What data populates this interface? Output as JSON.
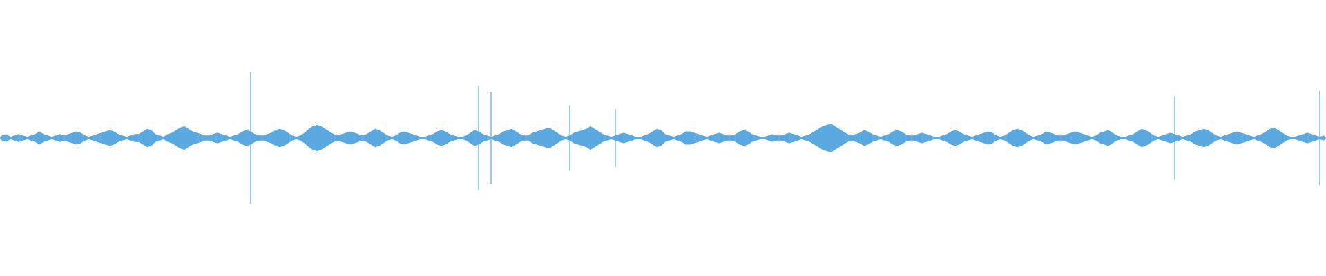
{
  "waveform": {
    "color": "#5aa9e0",
    "background": "#ffffff",
    "bars": [
      0.02,
      0.03,
      0.01,
      0.02,
      0.03,
      0.02,
      0.01,
      0.02,
      0.03,
      0.05,
      0.03,
      0.02,
      0.01,
      0.02,
      0.03,
      0.02,
      0.03,
      0.04,
      0.05,
      0.04,
      0.02,
      0.01,
      0.02,
      0.03,
      0.04,
      0.05,
      0.06,
      0.05,
      0.03,
      0.02,
      0.01,
      0.02,
      0.03,
      0.03,
      0.05,
      0.07,
      0.06,
      0.03,
      0.02,
      0.01,
      0.03,
      0.04,
      0.06,
      0.08,
      0.09,
      0.07,
      0.05,
      0.04,
      0.03,
      0.02,
      0.02,
      0.03,
      0.04,
      0.03,
      0.02,
      0.01,
      0.02,
      0.03,
      0.05,
      0.06,
      0.05,
      0.03,
      0.02,
      0.02,
      0.03,
      0.04,
      0.06,
      0.07,
      0.06,
      0.04,
      0.02,
      0.01,
      0.02,
      0.04,
      0.07,
      0.09,
      0.1,
      0.09,
      0.07,
      0.05,
      0.03,
      0.02,
      0.03,
      0.04,
      0.05,
      0.04,
      0.03,
      0.02,
      0.03,
      0.05,
      0.07,
      0.06,
      0.04,
      0.02,
      0.01,
      0.02,
      0.04,
      0.05,
      0.04,
      0.03,
      0.02,
      0.01,
      0.01,
      0.02,
      0.03,
      0.05,
      0.06,
      0.05,
      0.03,
      0.02,
      0.01,
      0.01,
      0.02,
      0.04,
      0.06,
      0.05,
      0.03,
      0.02,
      0.01,
      0.02,
      0.03,
      0.05,
      0.06,
      0.07,
      0.05,
      0.03,
      0.02,
      0.02,
      0.04,
      0.05,
      0.06,
      0.07,
      0.08,
      0.06,
      0.04,
      0.02,
      0.01,
      0.02,
      0.04,
      0.05,
      0.06,
      0.07,
      0.09,
      0.07,
      0.05,
      0.03,
      0.02,
      0.01,
      0.02,
      0.03,
      0.04,
      0.03,
      0.02,
      0.01,
      0.01,
      0.02,
      0.03,
      0.05,
      0.07,
      0.06,
      0.03,
      0.02,
      0.01,
      0.02,
      0.03,
      0.05,
      0.05,
      0.04,
      0.03,
      0.02,
      0.01,
      0.02,
      0.03,
      0.04,
      0.03,
      0.02,
      0.02,
      0.03,
      0.05,
      0.06,
      0.05,
      0.03,
      0.02,
      0.01,
      0.01,
      0.02,
      0.03,
      0.02,
      0.02,
      0.03,
      0.04,
      0.03,
      0.02,
      0.01,
      0.02,
      0.03,
      0.05,
      0.07,
      0.09,
      0.1,
      0.11,
      0.09,
      0.07,
      0.05,
      0.03,
      0.02,
      0.03,
      0.04,
      0.06,
      0.05,
      0.03,
      0.02,
      0.01,
      0.02,
      0.03,
      0.05,
      0.06,
      0.05,
      0.03,
      0.02,
      0.02,
      0.03,
      0.04,
      0.03,
      0.02,
      0.01,
      0.01,
      0.02,
      0.03,
      0.05,
      0.06,
      0.05,
      0.03,
      0.02,
      0.01,
      0.02,
      0.03,
      0.04,
      0.05,
      0.04,
      0.02,
      0.01,
      0.02,
      0.04,
      0.06,
      0.07,
      0.06,
      0.04,
      0.02,
      0.01,
      0.02,
      0.03,
      0.05,
      0.04,
      0.03,
      0.02,
      0.02,
      0.03,
      0.04,
      0.05,
      0.04,
      0.03,
      0.02,
      0.01,
      0.02,
      0.04,
      0.05,
      0.06,
      0.04,
      0.02,
      0.01,
      0.01,
      0.02,
      0.03,
      0.05,
      0.07,
      0.06,
      0.04,
      0.02,
      0.01,
      0.02,
      0.03,
      0.04,
      0.03,
      0.02,
      0.01,
      0.02,
      0.03,
      0.05,
      0.06,
      0.07,
      0.06,
      0.04,
      0.02,
      0.01,
      0.02,
      0.03,
      0.04,
      0.05,
      0.04,
      0.03,
      0.02,
      0.01,
      0.02,
      0.03,
      0.05,
      0.07,
      0.08,
      0.06,
      0.04,
      0.02,
      0.01,
      0.01,
      0.02,
      0.03,
      0.04,
      0.03,
      0.02,
      0.01,
      0.02
    ],
    "spikes": [
      {
        "index": 60,
        "value": 0.5
      },
      {
        "index": 115,
        "value": 0.4
      },
      {
        "index": 118,
        "value": 0.35
      },
      {
        "index": 137,
        "value": 0.25
      },
      {
        "index": 148,
        "value": 0.22
      },
      {
        "index": 283,
        "value": 0.32
      },
      {
        "index": 318,
        "value": 0.36
      }
    ]
  }
}
